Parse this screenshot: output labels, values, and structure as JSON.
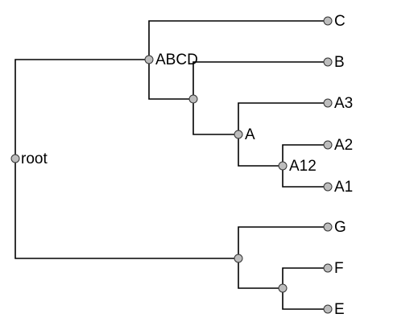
{
  "tree": {
    "root": {
      "label": "root"
    },
    "abcd": {
      "label": "ABCD"
    },
    "a": {
      "label": "A"
    },
    "a12": {
      "label": "A12"
    },
    "leaves": {
      "c": "C",
      "b": "B",
      "a3": "A3",
      "a2": "A2",
      "a1": "A1",
      "g": "G",
      "f": "F",
      "e": "E"
    }
  },
  "colors": {
    "edge": "#000000",
    "node_fill": "#bdbdbd",
    "node_stroke": "#333333",
    "background": "#ffffff"
  }
}
